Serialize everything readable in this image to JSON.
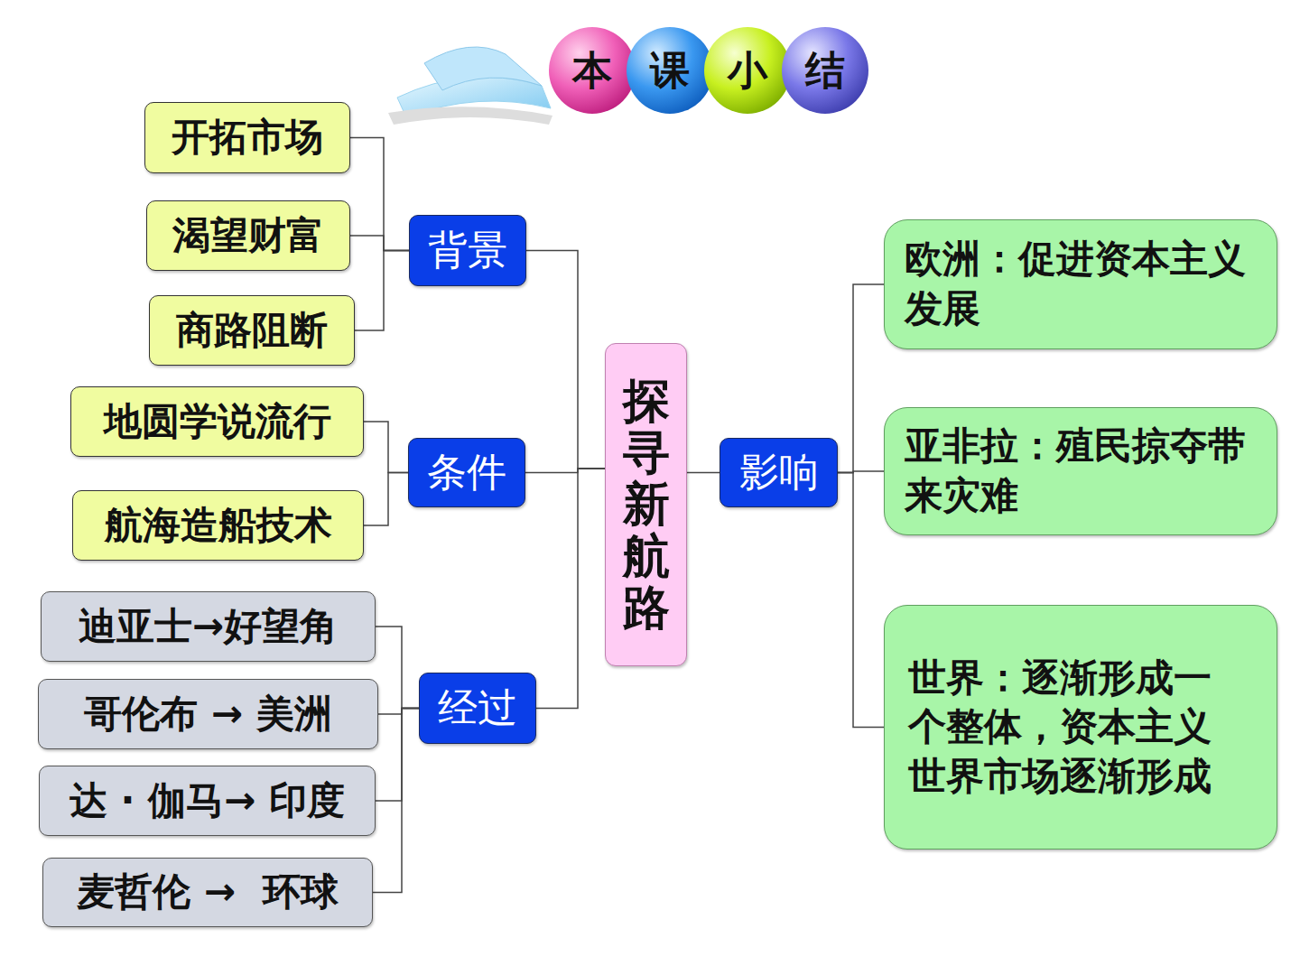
{
  "diagram": {
    "title": "本课小结",
    "nodes": [
      {
        "text": [
          "开拓市场"
        ]
      },
      {
        "text": [
          "渴望财富"
        ]
      },
      {
        "text": [
          "商路阻断"
        ]
      },
      {
        "text": [
          "背景"
        ]
      },
      {
        "text": [
          "地圆学说流行"
        ]
      },
      {
        "text": [
          "航海造船技术"
        ]
      },
      {
        "text": [
          "条件"
        ]
      },
      {
        "text": [
          "迪亚士→好望角"
        ]
      },
      {
        "text": [
          "哥伦布 → 美洲"
        ]
      },
      {
        "text": [
          "达 · 伽马→ 印度"
        ]
      },
      {
        "text": [
          "麦哲伦 →  环球"
        ]
      },
      {
        "text": [
          "经过"
        ]
      },
      {
        "text": [
          "探寻新航路"
        ]
      },
      {
        "text": [
          "影响"
        ]
      },
      {
        "text": [
          "欧洲：促进资本主义发展"
        ]
      },
      {
        "text": [
          "亚非拉：殖民掠夺带来灾难"
        ]
      },
      {
        "text": [
          "世界：逐渐形成一个整体，资本主义世界市场逐渐形成"
        ]
      }
    ],
    "edges": [
      {
        "from": 0,
        "to": 3,
        "arrow": "none"
      },
      {
        "from": 1,
        "to": 3,
        "arrow": "none"
      },
      {
        "from": 2,
        "to": 3,
        "arrow": "none"
      },
      {
        "from": 4,
        "to": 6,
        "arrow": "none"
      },
      {
        "from": 5,
        "to": 6,
        "arrow": "none"
      },
      {
        "from": 7,
        "to": 11,
        "arrow": "none"
      },
      {
        "from": 8,
        "to": 11,
        "arrow": "none"
      },
      {
        "from": 9,
        "to": 11,
        "arrow": "none"
      },
      {
        "from": 10,
        "to": 11,
        "arrow": "none"
      },
      {
        "from": 3,
        "to": 12,
        "arrow": "none"
      },
      {
        "from": 6,
        "to": 12,
        "arrow": "none"
      },
      {
        "from": 11,
        "to": 12,
        "arrow": "none"
      },
      {
        "from": 12,
        "to": 13,
        "arrow": "none"
      },
      {
        "from": 13,
        "to": 14,
        "arrow": "none"
      },
      {
        "from": 13,
        "to": 15,
        "arrow": "none"
      },
      {
        "from": 13,
        "to": 16,
        "arrow": "none"
      }
    ]
  }
}
